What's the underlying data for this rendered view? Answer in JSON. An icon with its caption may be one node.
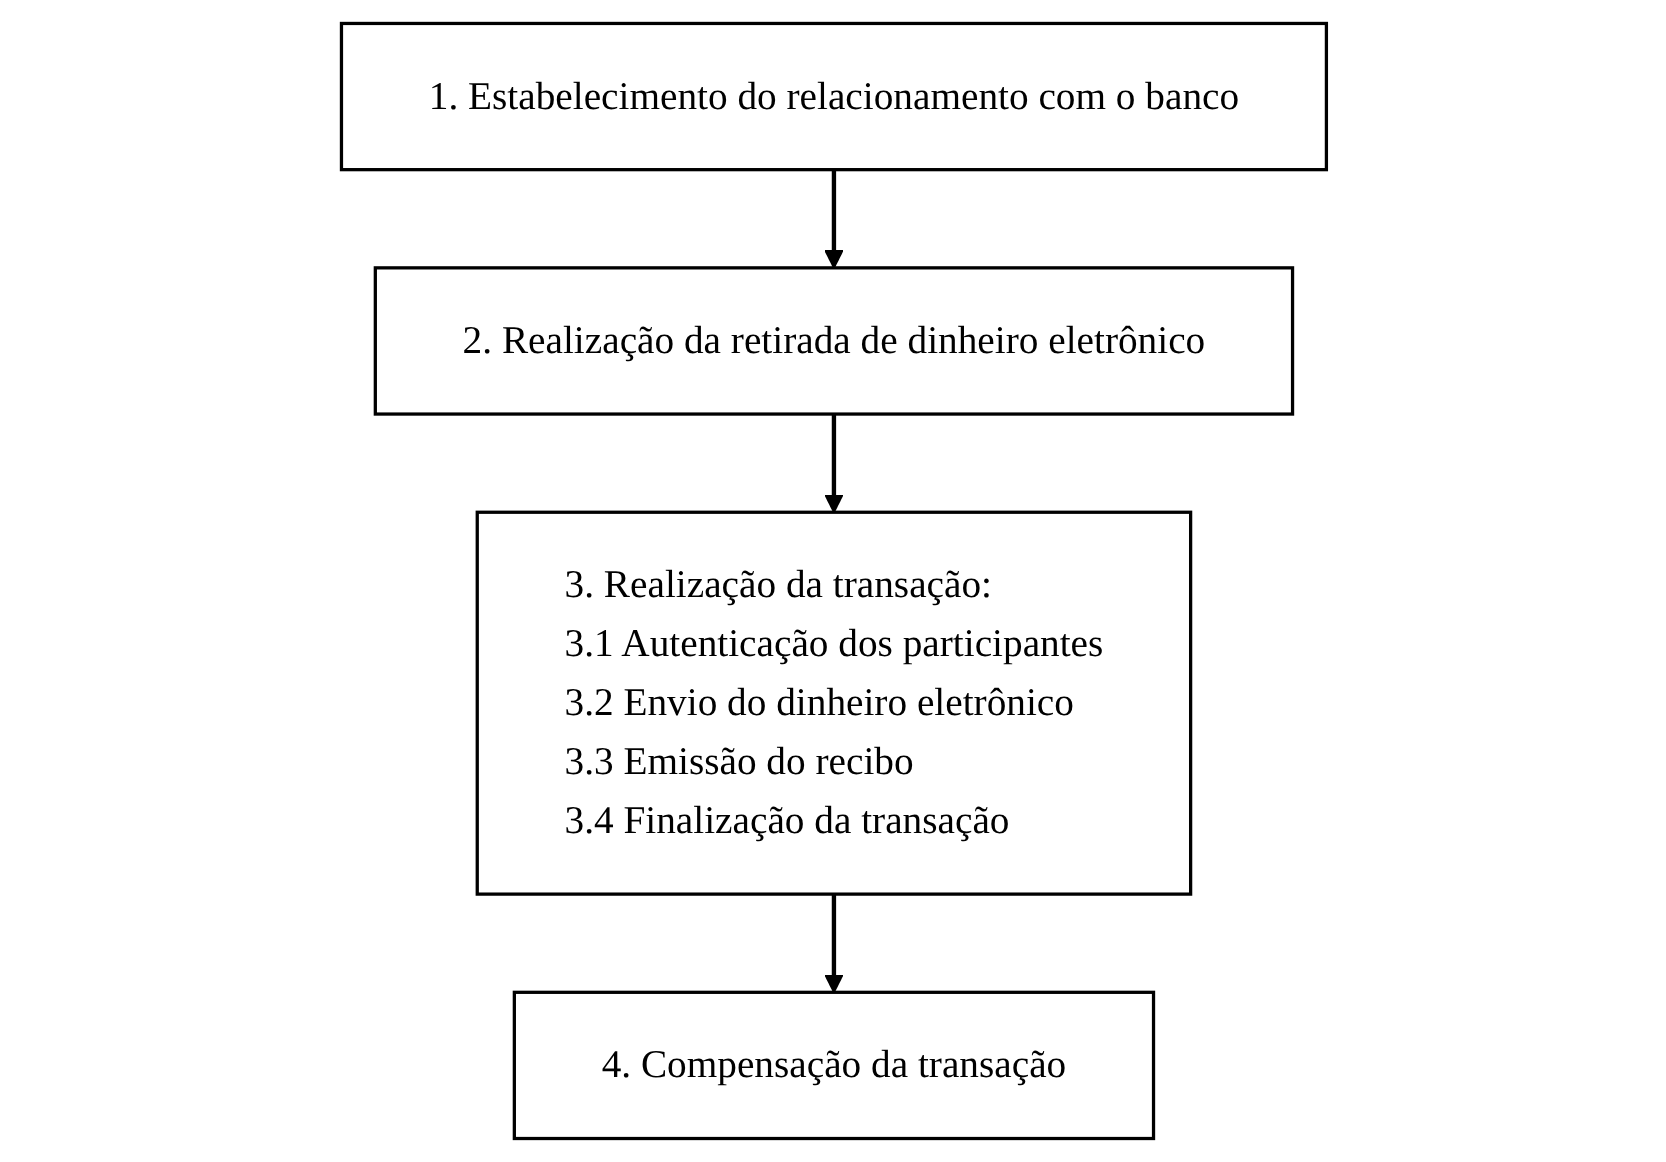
{
  "diagram": {
    "nodes": [
      {
        "text": [
          "1. Estabelecimento do relacionamento com o banco"
        ]
      },
      {
        "text": [
          "2. Realização da retirada de dinheiro eletrônico"
        ]
      },
      {
        "text": [
          "3. Realização da transação:",
          "3.1 Autenticação dos participantes",
          "3.2 Envio do dinheiro eletrônico",
          "3.3 Emissão do recibo",
          "3.4 Finalização da transação"
        ]
      },
      {
        "text": [
          "4. Compensação da transação"
        ]
      }
    ],
    "edges": [
      {
        "from": 0,
        "to": 1,
        "arrow": "to"
      },
      {
        "from": 1,
        "to": 2,
        "arrow": "to"
      },
      {
        "from": 2,
        "to": 3,
        "arrow": "to"
      }
    ]
  }
}
